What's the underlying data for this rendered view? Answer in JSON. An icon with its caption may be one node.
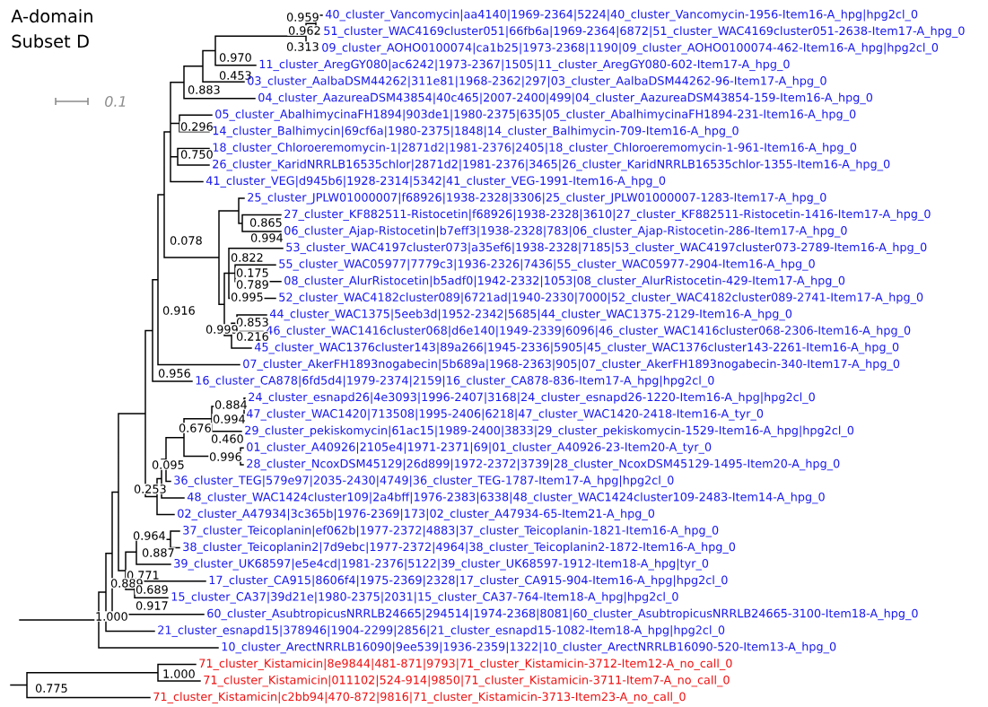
{
  "diagram": {
    "title": "A-domain Subset D",
    "labels": [
      "40_cluster_Vancomycin|aa4140|1969-2364|5224|40_cluster_Vancomycin-1956-Item16-A_hpg|hpg2cl_0",
      "0.959",
      "0.962",
      "51_cluster_WAC4169cluster051|66fb6a|1969-2364|6872|51_cluster_WAC4169cluster051-2638-Item17-A_hpg_0",
      "0.313",
      "09_cluster_AOHO0100074|ca1b25|1973-2368|1190|09_cluster_AOHO0100074-462-Item16-A_hpg|hpg2cl_0",
      "0.970",
      "11_cluster_AregGY080|ac6242|1973-2367|1505|11_cluster_AregGY080-602-Item17-A_hpg_0",
      "0.453",
      "03_cluster_AalbaDSM44262|311e81|1968-2362|297|03_cluster_AalbaDSM44262-96-Item17-A_hpg_0",
      "0.883",
      "04_cluster_AazureaDSM43854|40c465|2007-2400|499|04_cluster_AazureaDSM43854-159-Item16-A_hpg_0",
      "0.1",
      "05_cluster_AbalhimycinaFH1894|903de1|1980-2375|635|05_cluster_AbalhimycinaFH1894-231-Item16-A_hpg_0",
      "0.296",
      "14_cluster_Balhimycin|69cf6a|1980-2375|1848|14_cluster_Balhimycin-709-Item16-A_hpg_0",
      "18_cluster_Chloroeremomycin-1|2871d2|1981-2376|2405|18_cluster_Chloroeremomycin-1-961-Item16-A_hpg_0",
      "0.750",
      "26_cluster_KaridNRRLB16535chlor|2871d2|1981-2376|3465|26_cluster_KaridNRRLB16535chlor-1355-Item16-A_hpg_0",
      "41_cluster_VEG|d945b6|1928-2314|5342|41_cluster_VEG-1991-Item16-A_hpg_0",
      "25_cluster_JPLW01000007|f68926|1938-2328|3306|25_cluster_JPLW01000007-1283-Item17-A_hpg_0",
      "27_cluster_KF882511-Ristocetin|f68926|1938-2328|3610|27_cluster_KF882511-Ristocetin-1416-Item17-A_hpg_0",
      "0.865",
      "06_cluster_Ajap-Ristocetin|b7eff3|1938-2328|783|06_cluster_Ajap-Ristocetin-286-Item17-A_hpg_0",
      "0.994",
      "0.078",
      "53_cluster_WAC4197cluster073|a35ef6|1938-2328|7185|53_cluster_WAC4197cluster073-2789-Item16-A_hpg_0",
      "0.822",
      "55_cluster_WAC05977|7779c3|1936-2326|7436|55_cluster_WAC05977-2904-Item16-A_hpg_0",
      "0.175",
      "08_cluster_AlurRistocetin|b5adf0|1942-2332|1053|08_cluster_AlurRistocetin-429-Item17-A_hpg_0",
      "0.789",
      "0.995",
      "52_cluster_WAC4182cluster089|6721ad|1940-2330|7000|52_cluster_WAC4182cluster089-2741-Item17-A_hpg_0",
      "0.916",
      "44_cluster_WAC1375|5eeb3d|1952-2342|5685|44_cluster_WAC1375-2129-Item16-A_hpg_0",
      "0.853",
      "0.999",
      "46_cluster_WAC1416cluster068|d6e140|1949-2339|6096|46_cluster_WAC1416cluster068-2306-Item16-A_hpg_0",
      "0.216",
      "45_cluster_WAC1376cluster143|89a266|1945-2336|5905|45_cluster_WAC1376cluster143-2261-Item16-A_hpg_0",
      "07_cluster_AkerFH1893nogabecin|5b689a|1968-2363|905|07_cluster_AkerFH1893nogabecin-340-Item17-A_hpg_0",
      "0.956",
      "16_cluster_CA878|6fd5d4|1979-2374|2159|16_cluster_CA878-836-Item17-A_hpg|hpg2cl_0",
      "24_cluster_esnapd26|4e3093|1996-2407|3168|24_cluster_esnapd26-1220-Item16-A_hpg|hpg2cl_0",
      "0.884",
      "47_cluster_WAC1420|713508|1995-2406|6218|47_cluster_WAC1420-2418-Item16-A_tyr_0",
      "0.994",
      "0.676",
      "29_cluster_pekiskomycin|61ac15|1989-2400|3833|29_cluster_pekiskomycin-1529-Item16-A_hpg|hpg2cl_0",
      "0.460",
      "01_cluster_A40926|2105e4|1971-2371|69|01_cluster_A40926-23-Item20-A_tyr_0",
      "0.996",
      "0.095",
      "28_cluster_NcoxDSM45129|26d899|1972-2372|3739|28_cluster_NcoxDSM45129-1495-Item20-A_hpg_0",
      "36_cluster_TEG|579e97|2035-2430|4749|36_cluster_TEG-1787-Item17-A_hpg|hpg2cl_0",
      "0.253",
      "48_cluster_WAC1424cluster109|2a4bff|1976-2383|6338|48_cluster_WAC1424cluster109-2483-Item14-A_hpg_0",
      "02_cluster_A47934|3c365b|1976-2369|173|02_cluster_A47934-65-Item21-A_hpg_0",
      "37_cluster_Teicoplanin|ef062b|1977-2372|4883|37_cluster_Teicoplanin-1821-Item16-A_hpg_0",
      "0.964",
      "38_cluster_Teicoplanin2|7d9ebc|1977-2372|4964|38_cluster_Teicoplanin2-1872-Item16-A_hpg_0",
      "0.887",
      "39_cluster_UK68597|e5e4cd|1981-2376|5122|39_cluster_UK68597-1912-Item18-A_hpg|tyr_0",
      "0.771",
      "17_cluster_CA915|8606f4|1975-2369|2328|17_cluster_CA915-904-Item16-A_hpg|hpg2cl_0",
      "0.889",
      "0.689",
      "15_cluster_CA37|39d21e|1980-2375|2031|15_cluster_CA37-764-Item18-A_hpg|hpg2cl_0",
      "0.917",
      "60_cluster_AsubtropicusNRRLB24665|294514|1974-2368|8081|60_cluster_AsubtropicusNRRLB24665-3100-Item18-A_hpg_0",
      "1.000",
      "21_cluster_esnapd15|378946|1904-2299|2856|21_cluster_esnapd15-1082-Item18-A_hpg|hpg2cl_0",
      "10_cluster_ArectNRRLB16090|9ee539|1936-2359|1322|10_cluster_ArectNRRLB16090-520-Item13-A_hpg_0",
      "71_cluster_Kistamicin|8e9844|481-871|9793|71_cluster_Kistamicin-3712-Item12-A_no_call_0",
      "1.000",
      "71_cluster_Kistamicin|011102|524-914|9850|71_cluster_Kistamicin-3711-Item7-A_no_call_0",
      "0.775",
      "71_cluster_Kistamicin|c2bb94|470-872|9816|71_cluster_Kistamicin-3713-Item23-A_no_call_0"
    ]
  }
}
